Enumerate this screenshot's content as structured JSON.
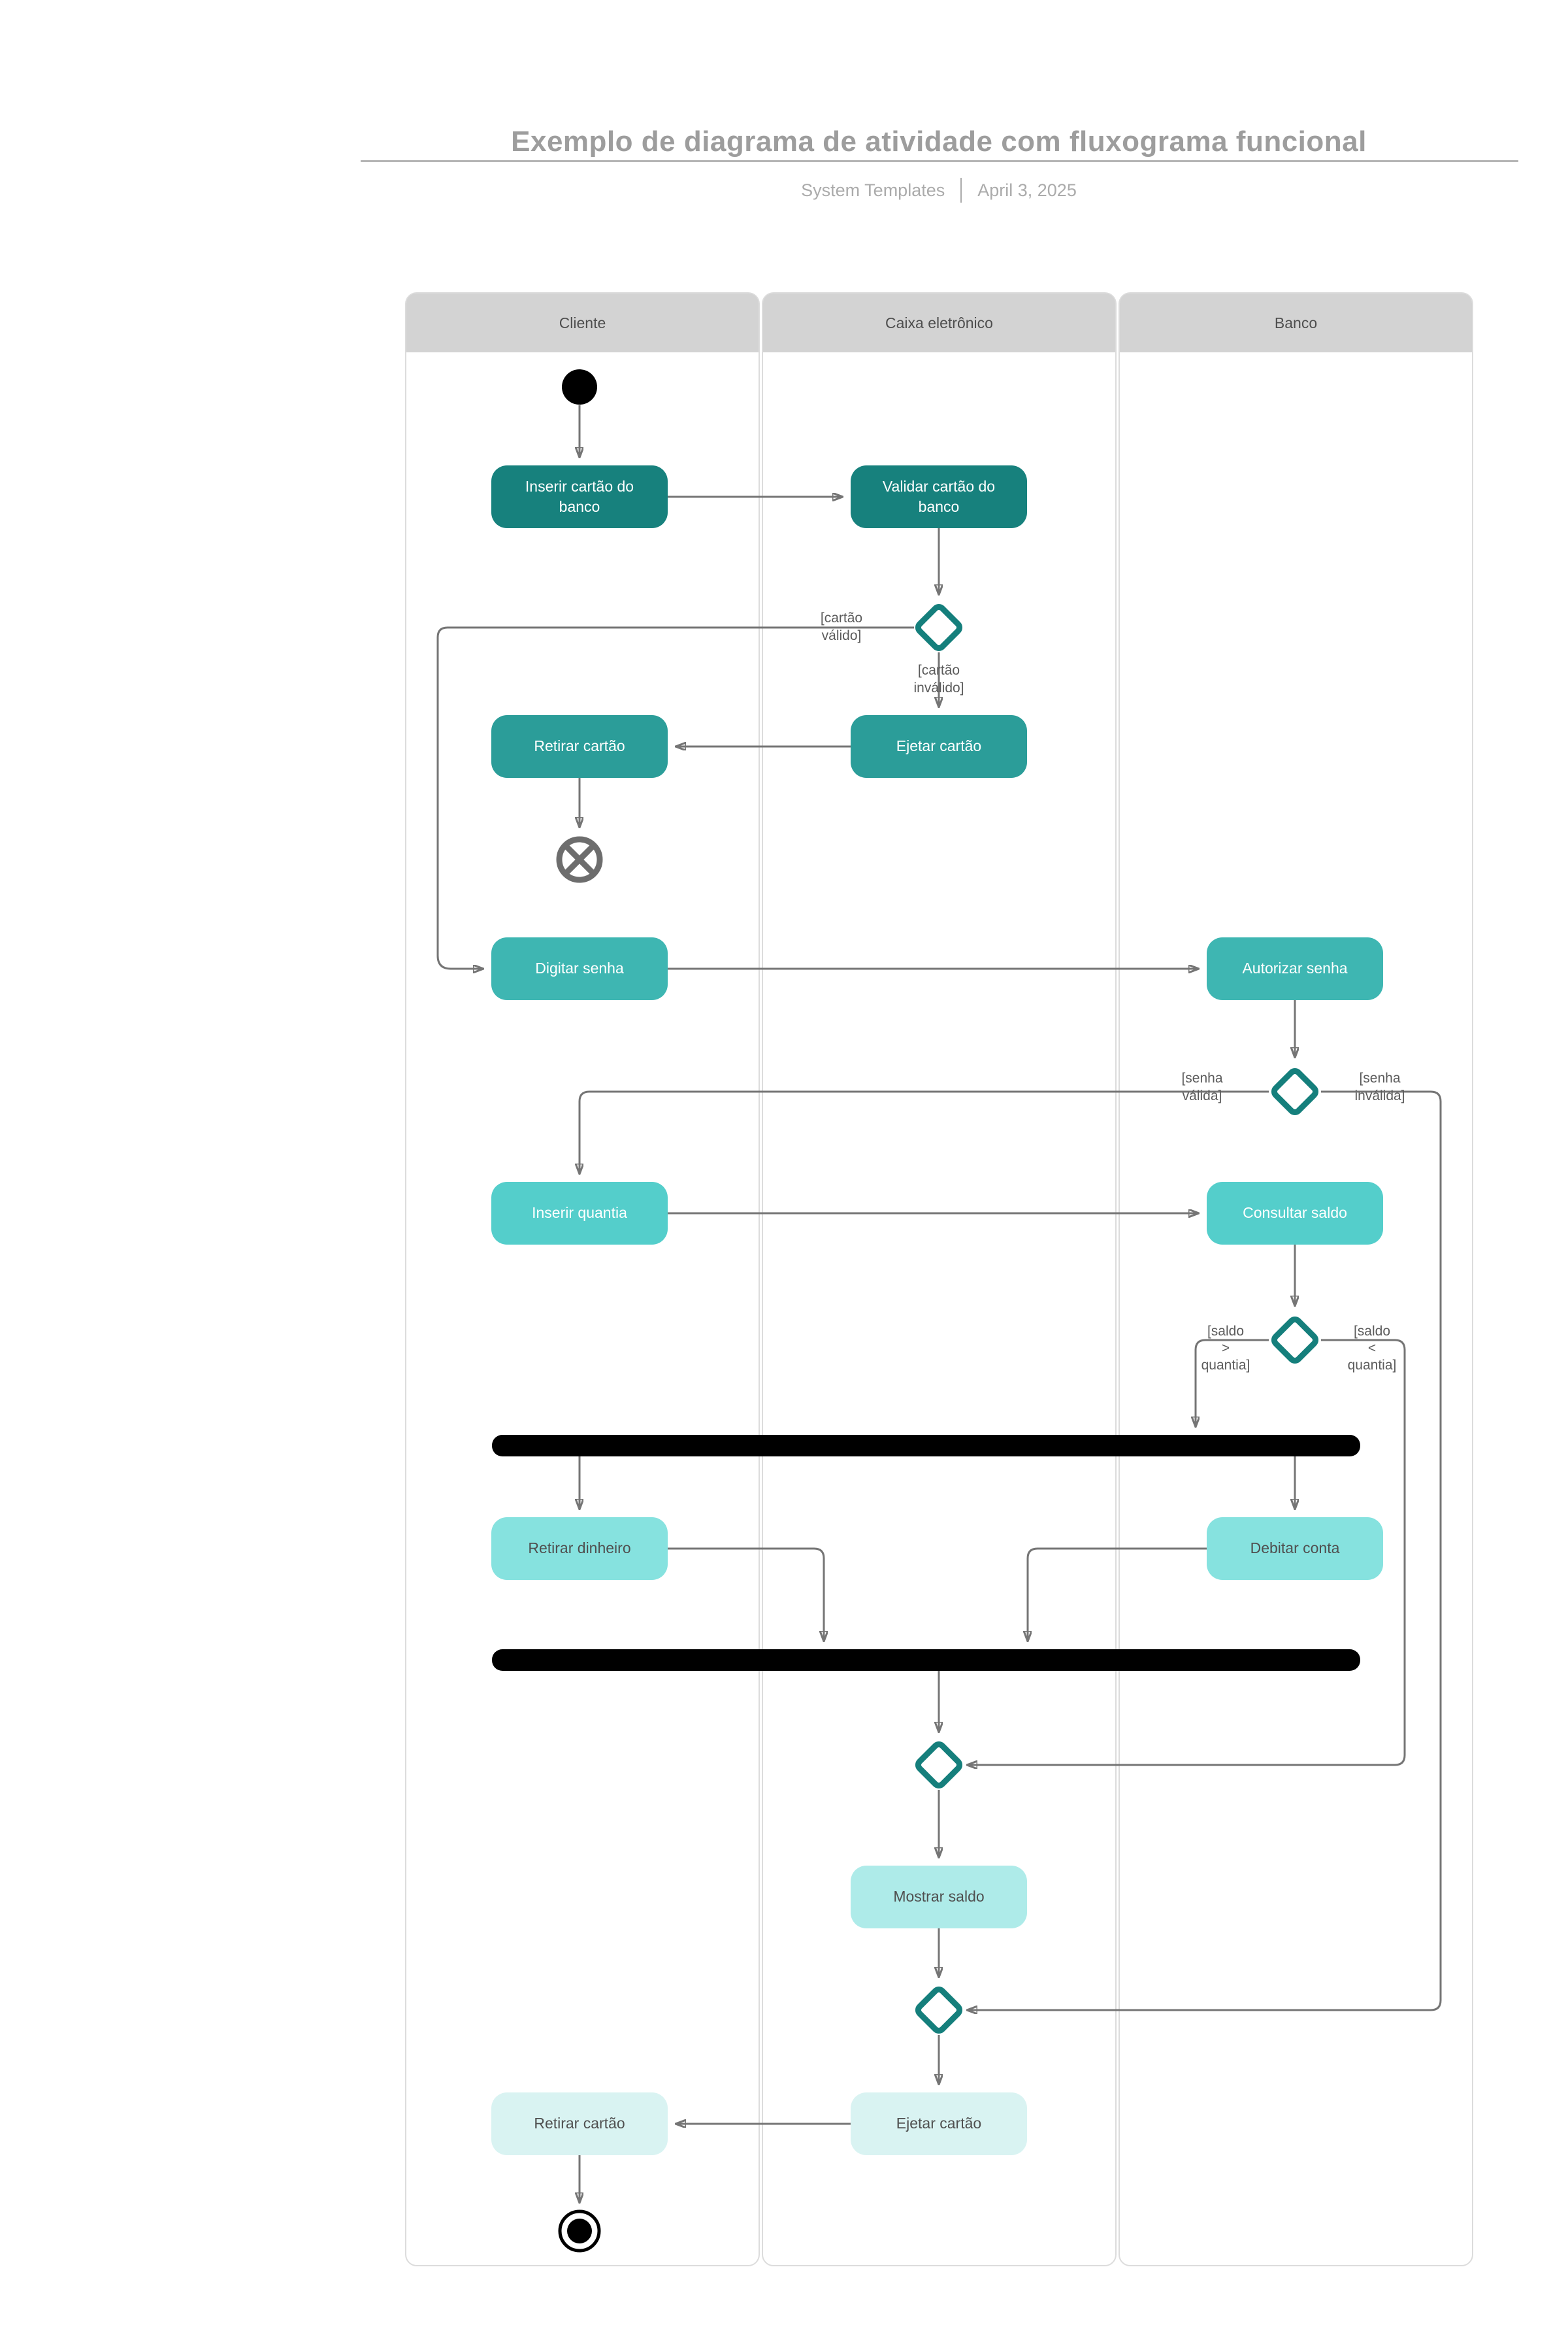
{
  "page": {
    "title": "Exemplo de diagrama de atividade com fluxograma funcional",
    "byline": "System Templates",
    "date": "April 3, 2025"
  },
  "lanes": [
    {
      "label": "Cliente"
    },
    {
      "label": "Caixa eletrônico"
    },
    {
      "label": "Banco"
    }
  ],
  "nodes": {
    "inserir_cartao": "Inserir cartão do banco",
    "validar_cartao": "Validar cartão do banco",
    "retirar_cartao_1": "Retirar cartão",
    "ejetar_cartao_1": "Ejetar cartão",
    "digitar_senha": "Digitar senha",
    "autorizar_senha": "Autorizar senha",
    "inserir_quantia": "Inserir quantia",
    "consultar_saldo": "Consultar saldo",
    "retirar_dinheiro": "Retirar dinheiro",
    "debitar_conta": "Debitar conta",
    "mostrar_saldo": "Mostrar saldo",
    "ejetar_cartao_2": "Ejetar cartão",
    "retirar_cartao_2": "Retirar cartão"
  },
  "guards": {
    "cartao_valido": [
      "[cartão",
      "válido]"
    ],
    "cartao_invalido": [
      "[cartão",
      "inválido]"
    ],
    "senha_valida": [
      "[senha",
      "válida]"
    ],
    "senha_invalida": [
      "[senha",
      "inválida]"
    ],
    "saldo_maior": [
      "[saldo",
      ">",
      "quantia]"
    ],
    "saldo_menor": [
      "[saldo",
      "<",
      "quantia]"
    ]
  },
  "colors": {
    "row1": "#17817d",
    "row2": "#2b9d99",
    "row3": "#3eb6b2",
    "row4": "#54cecb",
    "row5": "#86e2df",
    "row6": "#aeebe9",
    "row7": "#d9f3f2",
    "decision_border": "#157f7c",
    "connector": "#757575",
    "arrowhead": "#6d6d6d",
    "bar": "#000000",
    "lane_header_bg": "#d3d3d3",
    "lane_border": "#dcdcdc",
    "title_text": "#9d9d9d",
    "subtitle_text": "#ababab",
    "rule": "#b5b5b5",
    "node_text_light": "#ffffff",
    "node_text_dark": "#4f4f4f",
    "guard_text": "#5b5b5b"
  }
}
